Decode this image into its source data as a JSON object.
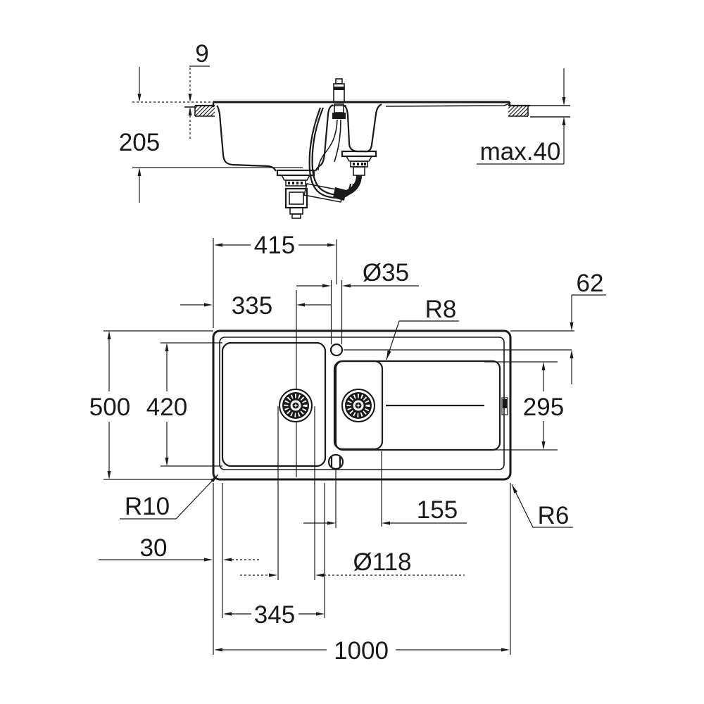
{
  "drawing": {
    "ink": "#1a1a1a",
    "background": "#ffffff"
  },
  "section": {
    "rim_height": "9",
    "bowl_depth": "205",
    "counter_thickness": "max.40"
  },
  "plan": {
    "tap_offset_x": "415",
    "tap_hole_diameter": "Ø35",
    "bowl_center_offset": "335",
    "tap_offset_y": "62",
    "drainer_corner_radius": "R8",
    "overall_depth": "500",
    "bowl_inner_depth": "420",
    "drainer_inner_depth": "295",
    "corner_radius_bottom_left": "R10",
    "corner_radius_bottom_right": "R6",
    "drainer_drain_offset": "155",
    "edge_to_bowl": "30",
    "drain_diameter": "Ø118",
    "bowl_inner_width": "345",
    "overall_width": "1000"
  }
}
